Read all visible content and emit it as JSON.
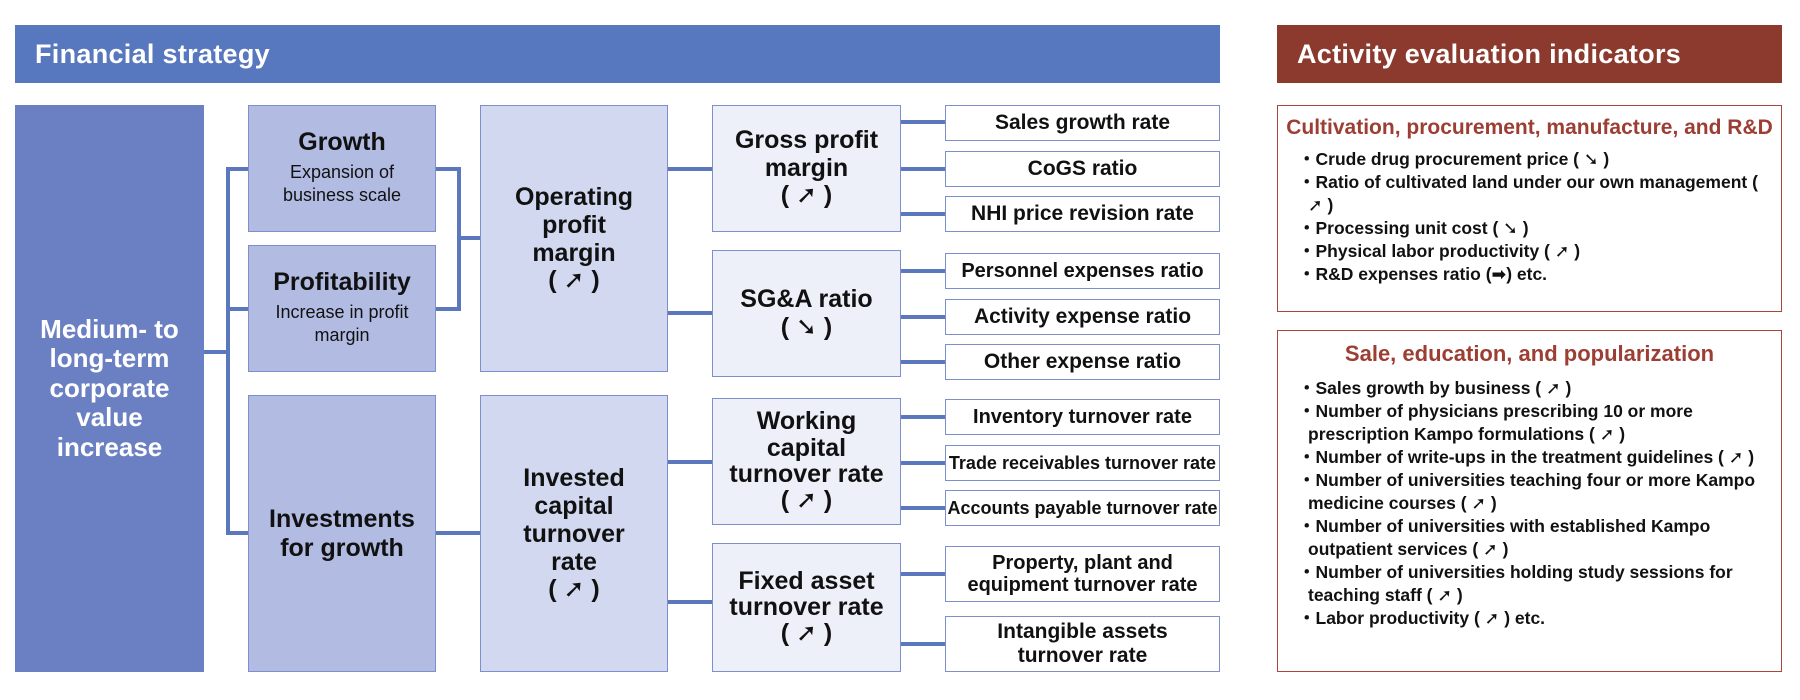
{
  "left_header": "Financial strategy",
  "right_header": "Activity evaluation indicators",
  "colors": {
    "left_header_bg": "#5777be",
    "right_header_bg": "#8c3a2e",
    "connector": "#5b77bd",
    "panel_border": "#a9463c",
    "panel_title": "#9c3e33"
  },
  "root": "Medium- to long-term corporate value increase",
  "pillars": {
    "growth": {
      "title": "Growth",
      "sub": "Expansion of business scale"
    },
    "profitability": {
      "title": "Profitability",
      "sub": "Increase in profit margin"
    },
    "investments": {
      "title": "Investments for growth"
    }
  },
  "kpi": {
    "operating": {
      "title": "Operating profit margin",
      "arrow": "( ➚ )"
    },
    "invested": {
      "title": "Invested capital turnover rate",
      "arrow": "( ➚ )"
    }
  },
  "sub_kpi": {
    "gross": {
      "title": "Gross profit margin",
      "arrow": "( ➚ )"
    },
    "sga": {
      "title": "SG&A ratio",
      "arrow": "( ➘ )"
    },
    "working": {
      "title": "Working capital turnover rate",
      "arrow": "( ➚ )"
    },
    "fixed": {
      "title": "Fixed asset turnover rate",
      "arrow": "( ➚ )"
    }
  },
  "leaves": {
    "sales_growth": "Sales growth rate",
    "cogs": "CoGS ratio",
    "nhi": "NHI price revision rate",
    "personnel": "Personnel expenses ratio",
    "activity": "Activity expense ratio",
    "other": "Other expense ratio",
    "inventory": "Inventory turnover rate",
    "trade_receivables": "Trade receivables turnover rate",
    "accounts_payable": "Accounts payable turnover rate",
    "ppe": "Property, plant and equipment turnover rate",
    "intangible": "Intangible assets turnover rate"
  },
  "panel1": {
    "title": "Cultivation, procurement, manufacture, and R&D",
    "items": [
      "・Crude drug procurement price ( ➘ )",
      "・Ratio of cultivated land under our own management ( ➚ )",
      "・Processing unit cost ( ➘ )",
      "・Physical labor productivity ( ➚ )",
      "・R&D expenses ratio (➡)    etc."
    ]
  },
  "panel2": {
    "title": "Sale, education, and popularization",
    "items": [
      "・Sales growth by business ( ➚ )",
      "・Number of physicians prescribing 10 or more prescription  Kampo formulations ( ➚ )",
      "・Number of write-ups in the treatment guidelines ( ➚ )",
      "・Number of universities teaching four or more Kampo medicine courses ( ➚ )",
      "・Number of universities with established Kampo outpatient services ( ➚ )",
      "・Number of universities holding study sessions for teaching staff ( ➚ )",
      "・Labor productivity ( ➚ )    etc."
    ]
  }
}
